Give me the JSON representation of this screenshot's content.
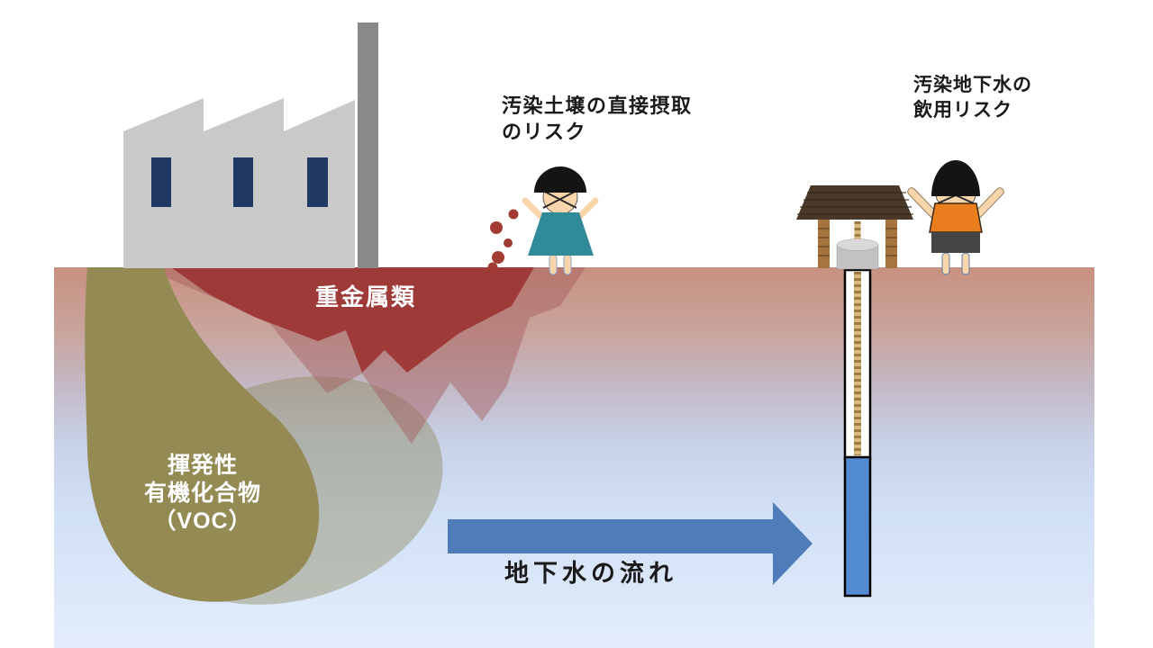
{
  "labels": {
    "soil_ingestion_risk_line1": "汚染土壌の直接摂取",
    "soil_ingestion_risk_line2": "のリスク",
    "groundwater_drinking_risk_line1": "汚染地下水の",
    "groundwater_drinking_risk_line2": "飲用リスク",
    "heavy_metals": "重金属類",
    "voc_line1": "揮発性",
    "voc_line2": "有機化合物",
    "voc_line3": "（VOC）",
    "groundwater_flow": "地下水の流れ"
  },
  "colors": {
    "soil_surface": "#c89180",
    "groundwater": "#e3edfc",
    "heavy_metal_plume": "#9e3b38",
    "heavy_metal_halo": "#a45c5c",
    "voc_plume": "#938a54",
    "voc_halo": "#8a8659",
    "groundwater_arrow": "#4e7db9",
    "well_water": "#528ad4",
    "factory_body": "#c9c9c9",
    "factory_chimney": "#8a8a8a",
    "factory_window": "#1f3864",
    "girl_dress": "#2f8b97",
    "boy_shirt": "#ea7d1e",
    "boy_shorts": "#454545",
    "skin": "#f9d5ab",
    "hair": "#141414",
    "soil_particles": "#a23b34",
    "well_roof": "#4a3828",
    "well_post": "#a5743f",
    "rope": "#d9b97e"
  }
}
